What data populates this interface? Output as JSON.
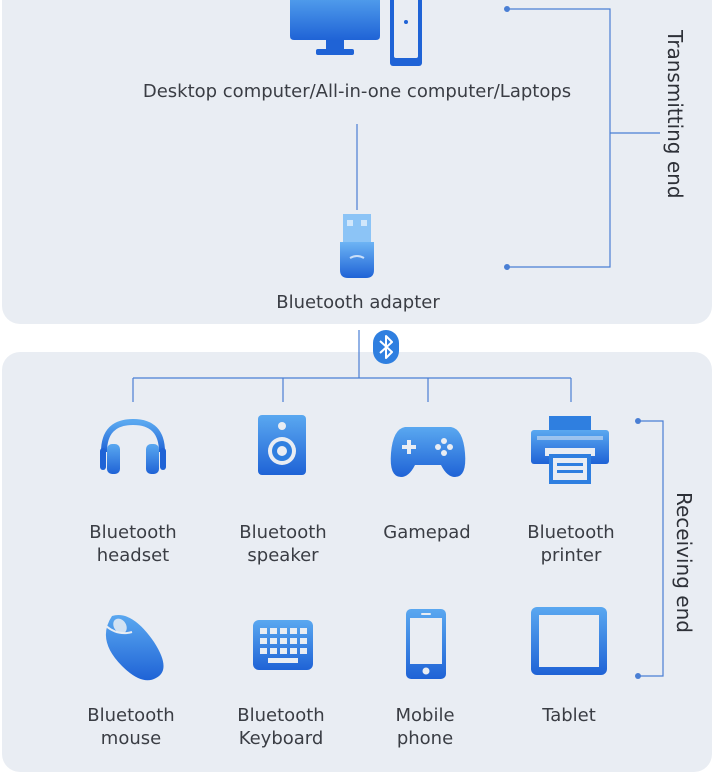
{
  "transmitting": {
    "computer_label": "Desktop computer/All-in-one computer/Laptops",
    "adapter_label": "Bluetooth adapter",
    "side_label": "Transmitting end"
  },
  "receiving": {
    "side_label": "Receiving end",
    "devices": [
      {
        "line1": "Bluetooth",
        "line2": "headset",
        "icon": "headset-icon"
      },
      {
        "line1": "Bluetooth",
        "line2": "speaker",
        "icon": "speaker-icon"
      },
      {
        "line1": "Gamepad",
        "line2": "",
        "icon": "gamepad-icon"
      },
      {
        "line1": "Bluetooth",
        "line2": "printer",
        "icon": "printer-icon"
      },
      {
        "line1": "Bluetooth",
        "line2": "mouse",
        "icon": "mouse-icon"
      },
      {
        "line1": "Bluetooth",
        "line2": "Keyboard",
        "icon": "keyboard-icon"
      },
      {
        "line1": "Mobile",
        "line2": "phone",
        "icon": "phone-icon"
      },
      {
        "line1": "Tablet",
        "line2": "",
        "icon": "tablet-icon"
      }
    ]
  },
  "colors": {
    "panel": "#e9edf3",
    "icon_light": "#5aa8f0",
    "icon_dark": "#1f63d6",
    "line": "#4a7fd4",
    "text": "#3a3d44"
  }
}
